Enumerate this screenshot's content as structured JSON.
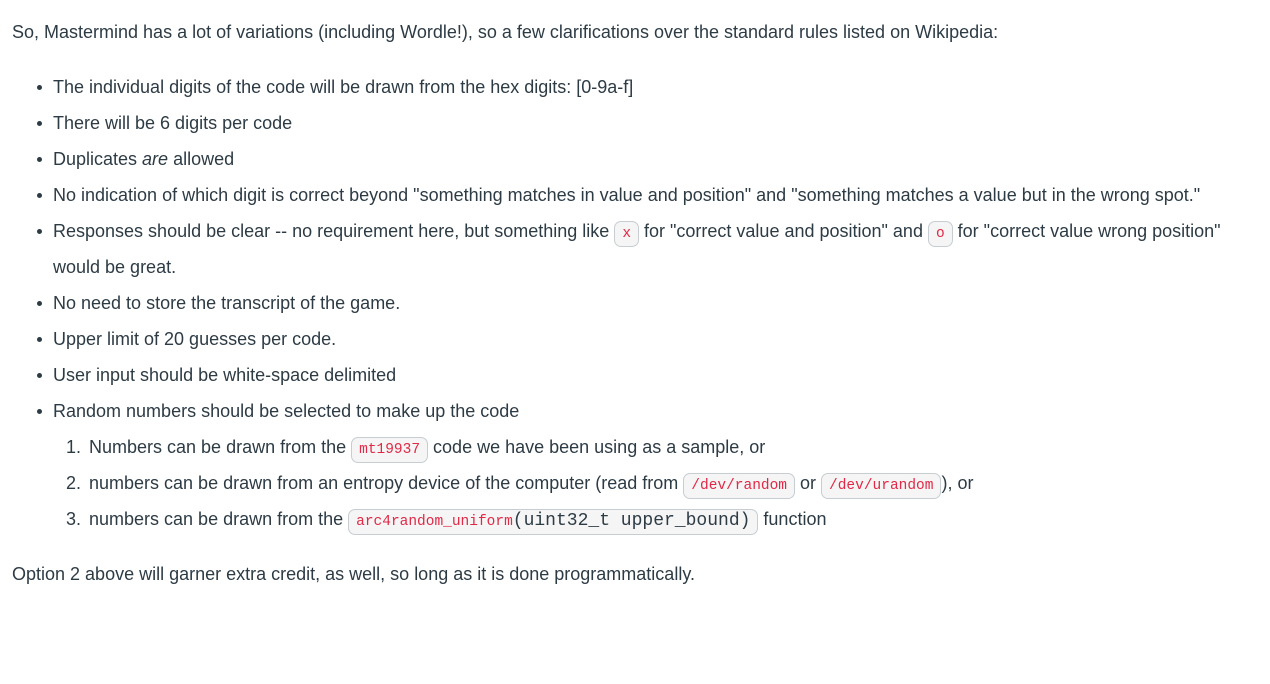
{
  "theme": {
    "background": "#ffffff",
    "text_color": "#2d3b45",
    "code_red": "#e22846",
    "chip_background": "#f5f5f5",
    "chip_border": "#c7cdd1"
  },
  "intro": "So, Mastermind has a lot of variations (including Wordle!), so a few clarifications over the standard rules listed on Wikipedia:",
  "rules": {
    "items": [
      {
        "segments": [
          {
            "t": "text",
            "v": "The individual digits of the code will be drawn from the hex digits: [0-9a-f]"
          }
        ]
      },
      {
        "segments": [
          {
            "t": "text",
            "v": "There will be 6 digits per code"
          }
        ]
      },
      {
        "segments": [
          {
            "t": "text",
            "v": "Duplicates "
          },
          {
            "t": "em",
            "v": "are"
          },
          {
            "t": "text",
            "v": " allowed"
          }
        ]
      },
      {
        "segments": [
          {
            "t": "text",
            "v": "No indication of which digit is correct beyond \"something matches in value and position\" and \"something matches a value but in the wrong spot.\""
          }
        ]
      },
      {
        "segments": [
          {
            "t": "text",
            "v": "Responses should be clear -- no requirement here, but something like "
          },
          {
            "t": "code",
            "v": "x"
          },
          {
            "t": "text",
            "v": " for \"correct value and position\" and "
          },
          {
            "t": "code",
            "v": "o"
          },
          {
            "t": "text",
            "v": " for \"correct value wrong position\" would be great."
          }
        ]
      },
      {
        "segments": [
          {
            "t": "text",
            "v": "No need to store the transcript of the game."
          }
        ]
      },
      {
        "segments": [
          {
            "t": "text",
            "v": "Upper limit of 20 guesses per code."
          }
        ]
      },
      {
        "segments": [
          {
            "t": "text",
            "v": "User input should be white-space delimited"
          }
        ]
      },
      {
        "segments": [
          {
            "t": "text",
            "v": "Random numbers should be selected to make up the code"
          }
        ]
      }
    ],
    "numbered_options": [
      {
        "segments": [
          {
            "t": "text",
            "v": "Numbers can be drawn from the "
          },
          {
            "t": "code",
            "v": "mt19937"
          },
          {
            "t": "text",
            "v": " code we have been using as a sample, or"
          }
        ]
      },
      {
        "segments": [
          {
            "t": "text",
            "v": "numbers can be drawn from an entropy device of the computer (read from "
          },
          {
            "t": "code",
            "v": "/dev/random"
          },
          {
            "t": "text",
            "v": " or "
          },
          {
            "t": "code",
            "v": "/dev/urandom"
          },
          {
            "t": "text",
            "v": "), or"
          }
        ]
      },
      {
        "segments": [
          {
            "t": "text",
            "v": "numbers can be drawn from the "
          },
          {
            "t": "chip",
            "parts": [
              {
                "c": "red",
                "v": "arc4random_uniform"
              },
              {
                "c": "dark",
                "v": "(uint32_t upper_bound)"
              }
            ]
          },
          {
            "t": "text",
            "v": " function"
          }
        ]
      }
    ]
  },
  "outro": "Option 2 above will garner extra credit, as well, so long as it is done programmatically."
}
